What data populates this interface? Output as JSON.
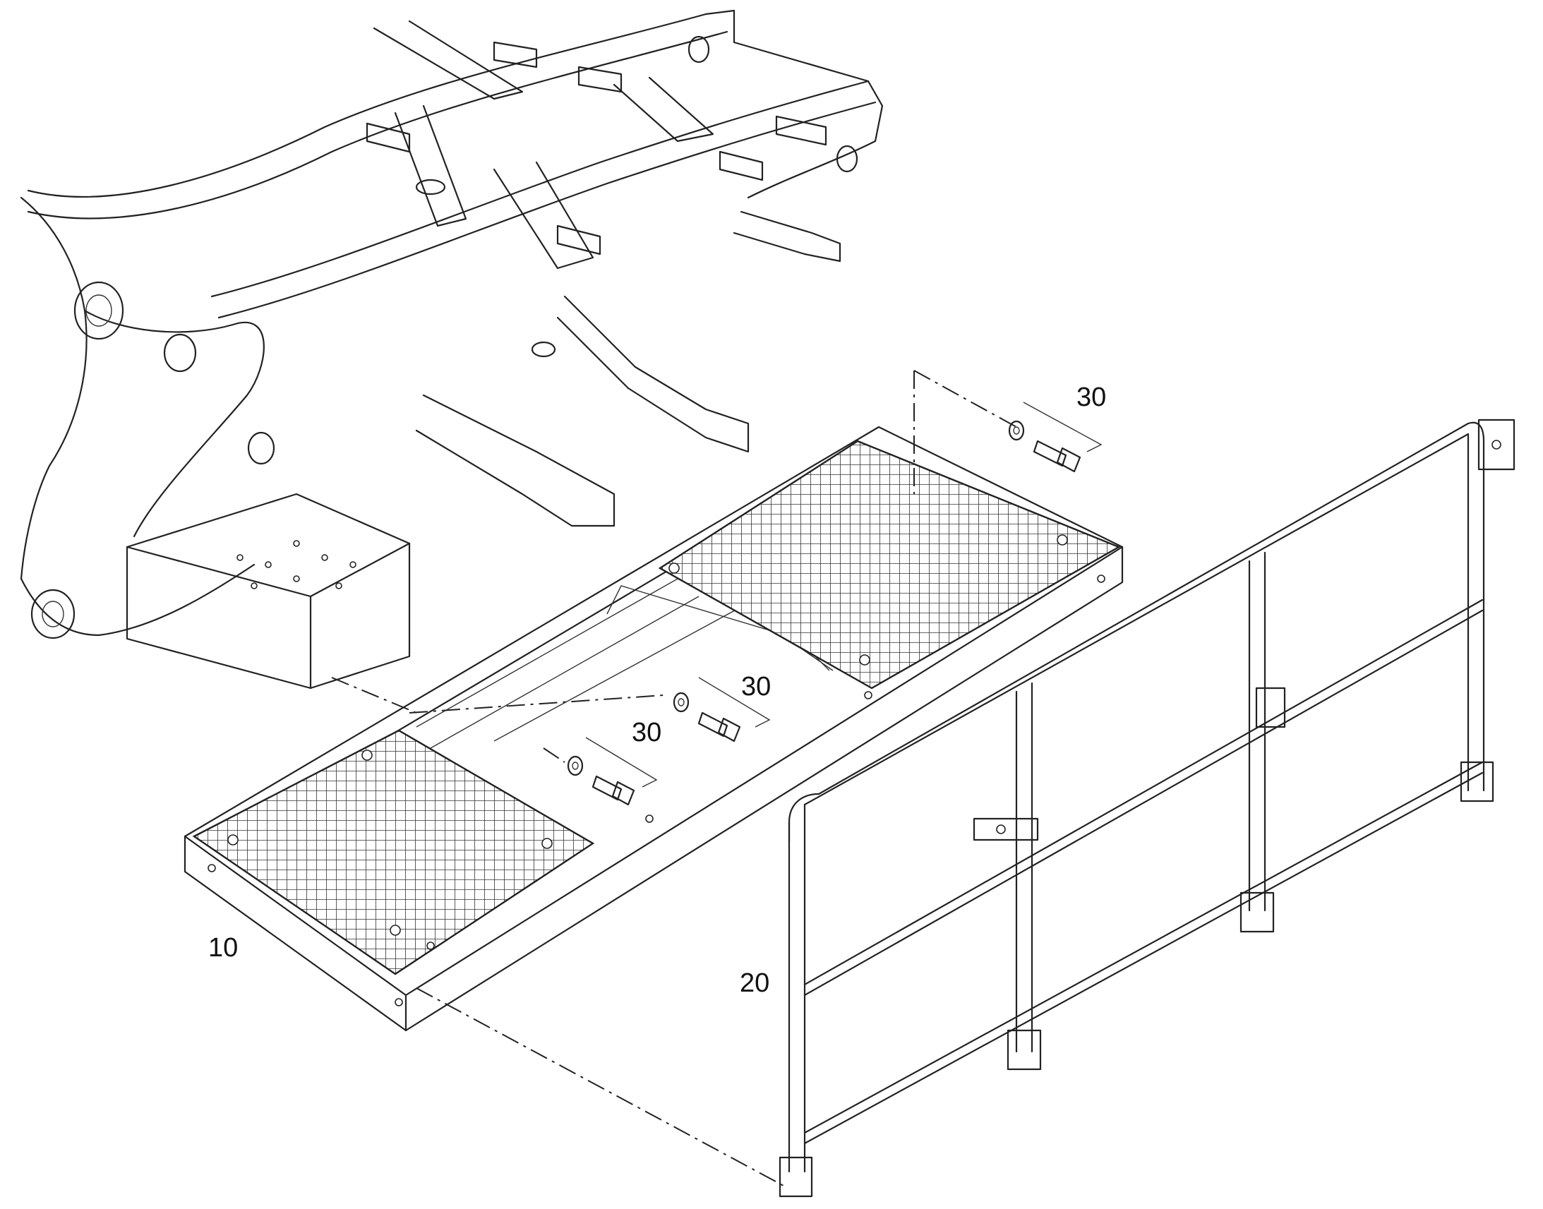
{
  "diagram": {
    "callouts": [
      {
        "id": "platform",
        "label": "10"
      },
      {
        "id": "railing",
        "label": "20"
      },
      {
        "id": "bolt-top",
        "label": "30"
      },
      {
        "id": "bolt-middle",
        "label": "30"
      },
      {
        "id": "bolt-lower",
        "label": "30"
      }
    ]
  }
}
